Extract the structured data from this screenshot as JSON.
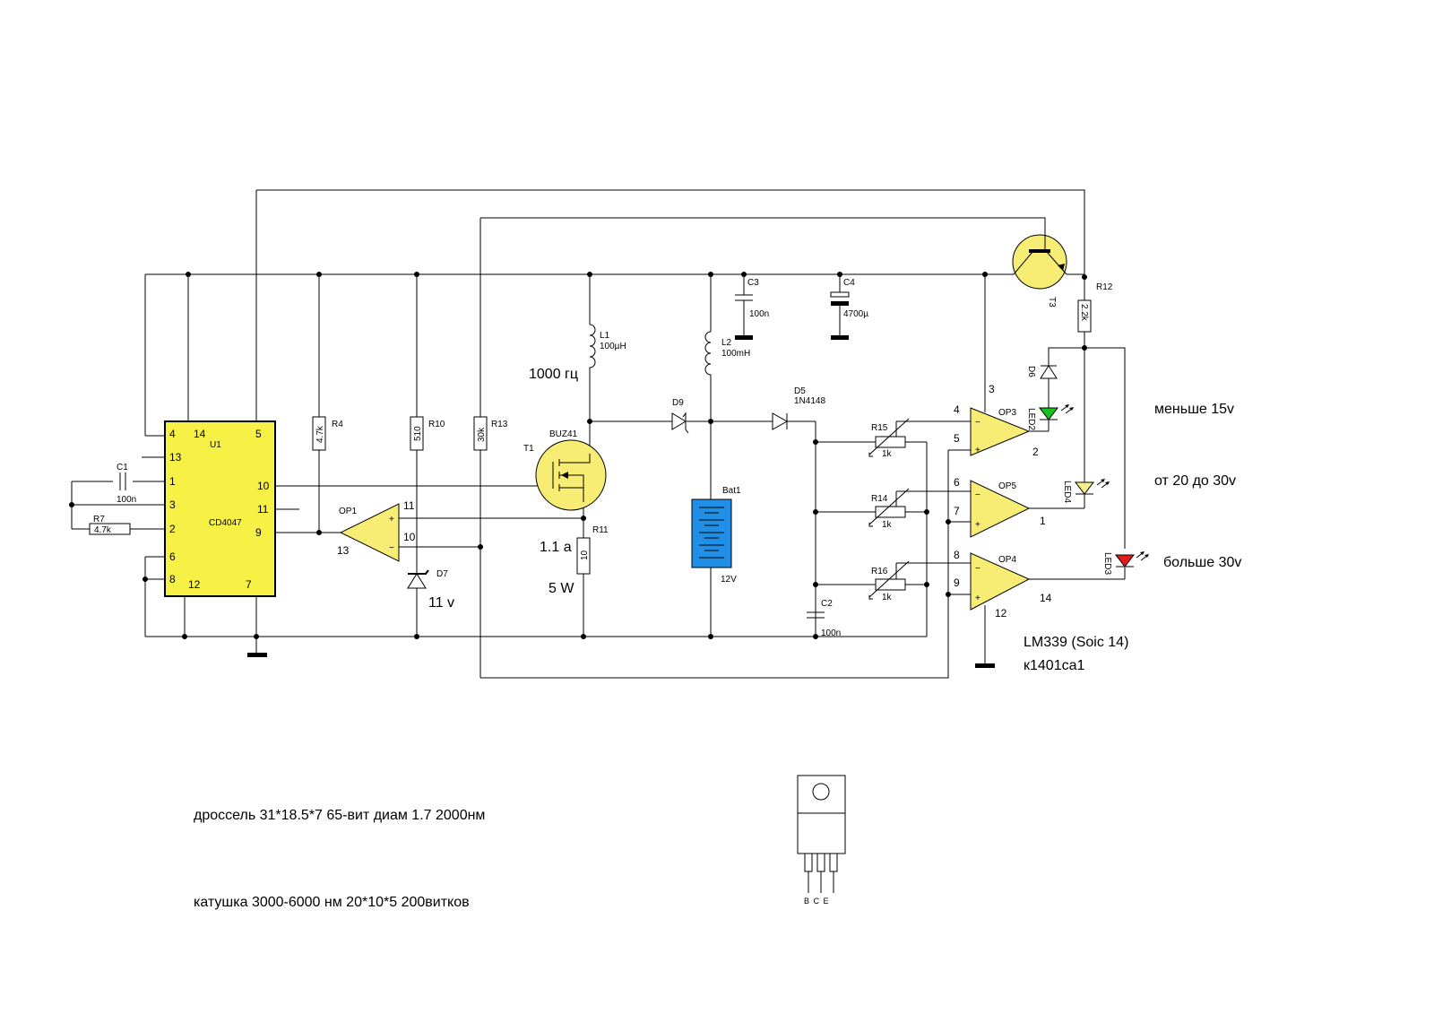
{
  "colors": {
    "chip_fill": "#f7f146",
    "opamp_fill": "#f7ec74",
    "transistor_fill": "#f7ec74",
    "battery_fill": "#1f8fe8",
    "led_green": "#18c11b",
    "led_yellow": "#f4ef8a",
    "led_red": "#e41b1b"
  },
  "ic": {
    "name": "U1",
    "part": "CD4047",
    "pins_left": [
      "4",
      "13",
      "1",
      "3",
      "2",
      "6",
      "8"
    ],
    "pins_right": [
      "5",
      "10",
      "11",
      "9"
    ],
    "pins_top": [
      "14"
    ],
    "pins_bottom": [
      "12",
      "7"
    ]
  },
  "components": {
    "C1": {
      "name": "C1",
      "value": "100n"
    },
    "R7": {
      "name": "R7",
      "value": "4.7k"
    },
    "R4": {
      "name": "R4",
      "value": "4.7k"
    },
    "R10": {
      "name": "R10",
      "value": "510"
    },
    "R13": {
      "name": "R13",
      "value": "30k"
    },
    "OP1": {
      "name": "OP1",
      "pin_plus": "11",
      "pin_minus": "10",
      "pin_out": "13"
    },
    "D7": {
      "name": "D7",
      "voltage": "11 v"
    },
    "T1": {
      "name": "T1",
      "part": "BUZ41"
    },
    "L1": {
      "name": "L1",
      "value": "100µH"
    },
    "freq": "1000 гц",
    "R11": {
      "name": "R11",
      "value": "10",
      "current": "1.1 a",
      "power": "5 W"
    },
    "D9": {
      "name": "D9"
    },
    "L2": {
      "name": "L2",
      "value": "100mH"
    },
    "C3": {
      "name": "C3",
      "value": "100n"
    },
    "C4": {
      "name": "C4",
      "value": "4700µ"
    },
    "Bat1": {
      "name": "Bat1",
      "value": "12V"
    },
    "D5": {
      "name": "D5",
      "part": "1N4148"
    },
    "R15": {
      "name": "R15",
      "value": "1k"
    },
    "R14": {
      "name": "R14",
      "value": "1k"
    },
    "R16": {
      "name": "R16",
      "value": "1k"
    },
    "C2": {
      "name": "C2",
      "value": "100n"
    },
    "OP3": {
      "name": "OP3",
      "pin_minus": "4",
      "pin_plus": "5",
      "pin_out": "2",
      "pin_vcc": "3"
    },
    "OP5": {
      "name": "OP5",
      "pin_minus": "6",
      "pin_plus": "7",
      "pin_out": "1"
    },
    "OP4": {
      "name": "OP4",
      "pin_minus": "8",
      "pin_plus": "9",
      "pin_out": "14",
      "pin_gnd": "12"
    },
    "T3": {
      "name": "T3"
    },
    "R12": {
      "name": "R12",
      "value": "2.2k"
    },
    "D6": {
      "name": "D6"
    },
    "LED2": {
      "name": "LED2"
    },
    "LED4": {
      "name": "LED4"
    },
    "LED3": {
      "name": "LED3"
    }
  },
  "voltage_labels": {
    "low": "меньше 15v",
    "mid": "от 20 до 30v",
    "high": "больше 30v"
  },
  "comparator_chip": {
    "part": "LM339   (Soic 14)",
    "analog": "к1401са1"
  },
  "notes": {
    "choke": "дроссель  31*18.5*7  65-вит  диам 1.7  2000нм",
    "coil": "катушка 3000-6000 нм 20*10*5  200витков"
  },
  "package": {
    "pins": "B C E"
  }
}
